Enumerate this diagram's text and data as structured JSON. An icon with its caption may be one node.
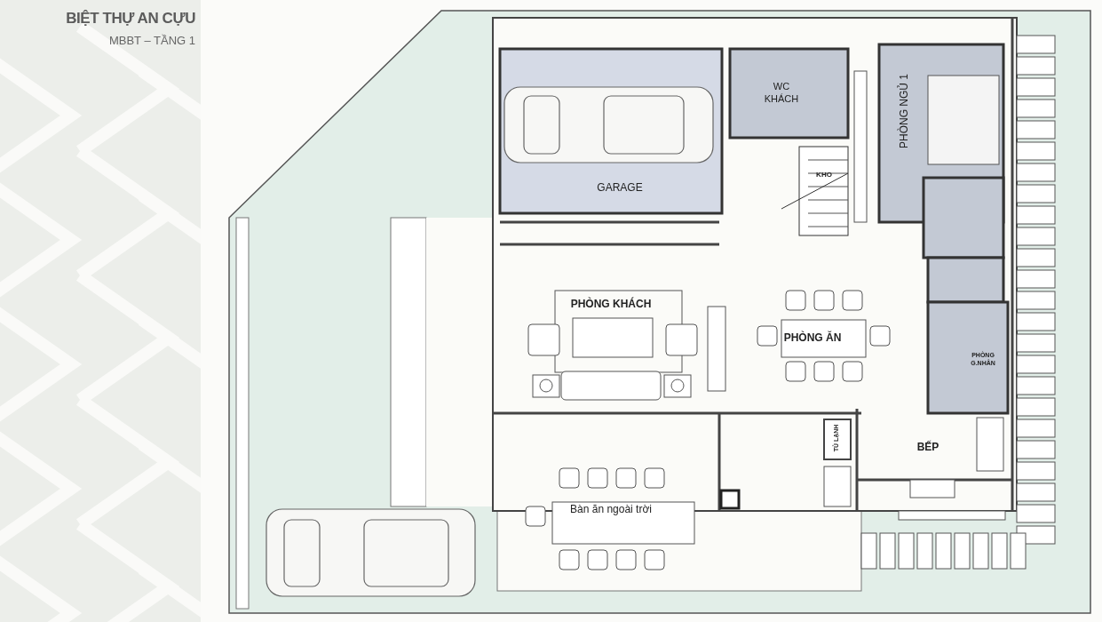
{
  "diagram": {
    "title": "BIỆT THỰ AN CỰU",
    "nodes": [
      {
        "text": [
          "WC KHÁCH"
        ]
      },
      {
        "text": [
          "PHÒNG NGỦ 1"
        ]
      },
      {
        "text": [
          "GARAGE"
        ]
      },
      {
        "text": [
          "KHO"
        ]
      },
      {
        "text": [
          "PHÒNG KHÁCH"
        ]
      },
      {
        "text": [
          "PHÒNG ĂN"
        ]
      },
      {
        "text": [
          "PHÒNG G.NHÂN"
        ]
      },
      {
        "text": [
          "TỦ LẠNH"
        ]
      },
      {
        "text": [
          "BẾP"
        ]
      },
      {
        "text": [
          "Bàn ăn ngoài trời"
        ]
      }
    ],
    "labels": [
      "MBBT – TẦNG 1"
    ]
  }
}
